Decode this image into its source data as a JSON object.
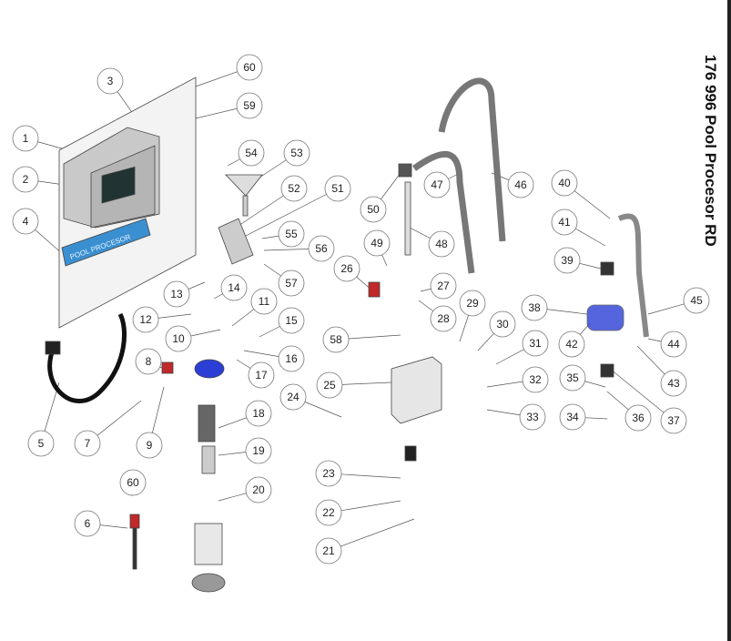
{
  "title": "176 996   Pool Procesor RD",
  "box_label": "POOL PROCESOR",
  "colors": {
    "box_label": "#3a8fd0",
    "valve_blue": "#2b3fd6",
    "red_part": "#c0282a"
  },
  "callouts": [
    "60",
    "3",
    "59",
    "1",
    "54",
    "53",
    "2",
    "52",
    "51",
    "4",
    "55",
    "56",
    "57",
    "26",
    "49",
    "48",
    "50",
    "47",
    "46",
    "40",
    "41",
    "39",
    "38",
    "45",
    "42",
    "44",
    "43",
    "37",
    "36",
    "35",
    "34",
    "27",
    "28",
    "29",
    "30",
    "31",
    "32",
    "33",
    "58",
    "25",
    "24",
    "23",
    "22",
    "21",
    "13",
    "14",
    "11",
    "12",
    "15",
    "10",
    "16",
    "17",
    "8",
    "5",
    "7",
    "9",
    "18",
    "19",
    "20",
    "60",
    "6"
  ]
}
